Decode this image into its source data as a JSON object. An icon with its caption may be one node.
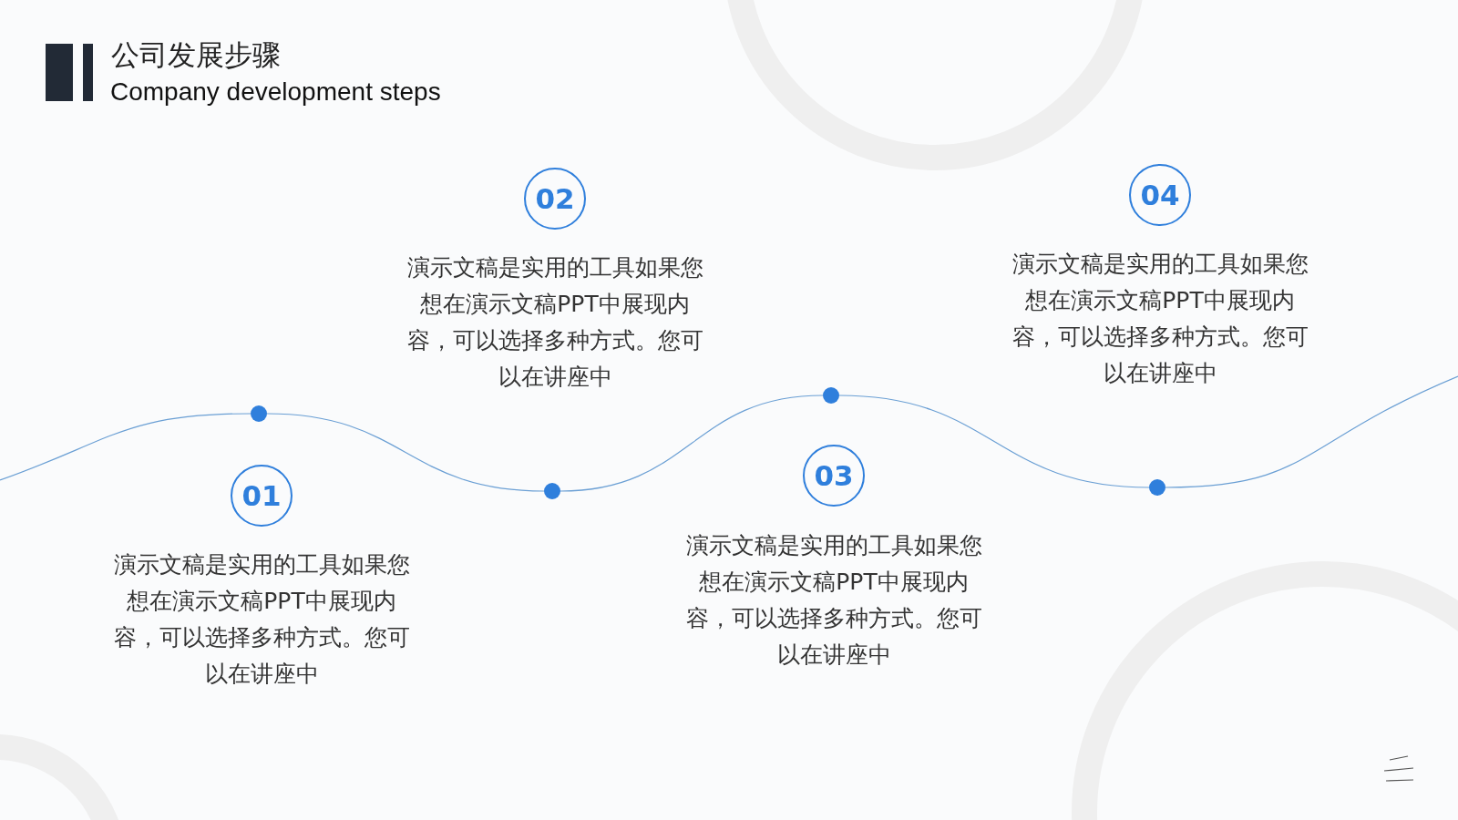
{
  "diagram": {
    "title": "公司发展步骤",
    "nodes": [
      {
        "text": [
          "01"
        ],
        "beside": [
          "演示文稿是实用的工具如果您想在演示文稿PPT中展现内容，可以选择多种方式。您可以在讲座中"
        ]
      },
      {
        "text": [
          "02"
        ],
        "beside": [
          "演示文稿是实用的工具如果您想在演示文稿PPT中展现内容，可以选择多种方式。您可以在讲座中"
        ]
      },
      {
        "text": [
          "03"
        ],
        "beside": [
          "演示文稿是实用的工具如果您想在演示文稿PPT中展现内容，可以选择多种方式。您可以在讲座中"
        ]
      },
      {
        "text": [
          "04"
        ],
        "beside": [
          "演示文稿是实用的工具如果您想在演示文稿PPT中展现内容，可以选择多种方式。您可以在讲座中"
        ]
      },
      {
        "text": [],
        "shape": "circle"
      },
      {
        "text": [],
        "shape": "circle"
      },
      {
        "text": [],
        "shape": "circle"
      },
      {
        "text": [],
        "shape": "circle"
      }
    ],
    "edges": [
      {
        "from": null,
        "to": 4,
        "arrow": "none"
      },
      {
        "from": 4,
        "to": 5,
        "arrow": "none"
      },
      {
        "from": 5,
        "to": 6,
        "arrow": "none"
      },
      {
        "from": 6,
        "to": 7,
        "arrow": "none"
      },
      {
        "from": 7,
        "to": null,
        "arrow": "none"
      }
    ],
    "labels": [
      "Company development steps"
    ]
  }
}
